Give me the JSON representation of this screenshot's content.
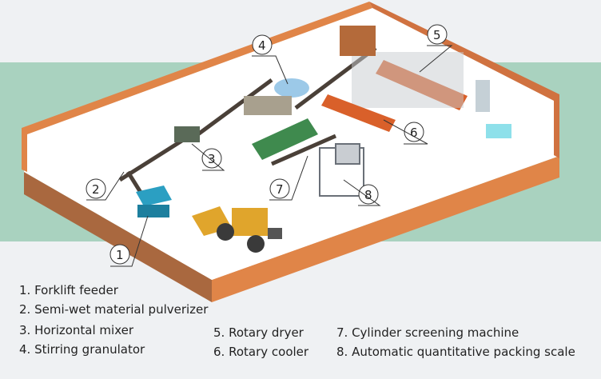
{
  "colors": {
    "background": "#eff1f3",
    "band": "#a9d2bf",
    "floor": "#ffffff",
    "slab_left": "#a9683f",
    "slab_right": "#e08548",
    "machine_blue": "#2b9fc2",
    "machine_green": "#3f8a4e",
    "dryer": "#d9602a",
    "loader": "#e0a52c"
  },
  "callouts": [
    "1",
    "2",
    "3",
    "4",
    "5",
    "6",
    "7",
    "8"
  ],
  "legend": [
    "1. Forklift feeder",
    "2. Semi-wet material pulverizer",
    "3. Horizontal mixer",
    "4. Stirring granulator",
    "5. Rotary dryer",
    "6. Rotary cooler",
    "7. Cylinder screening machine",
    "8. Automatic quantitative packing scale"
  ]
}
